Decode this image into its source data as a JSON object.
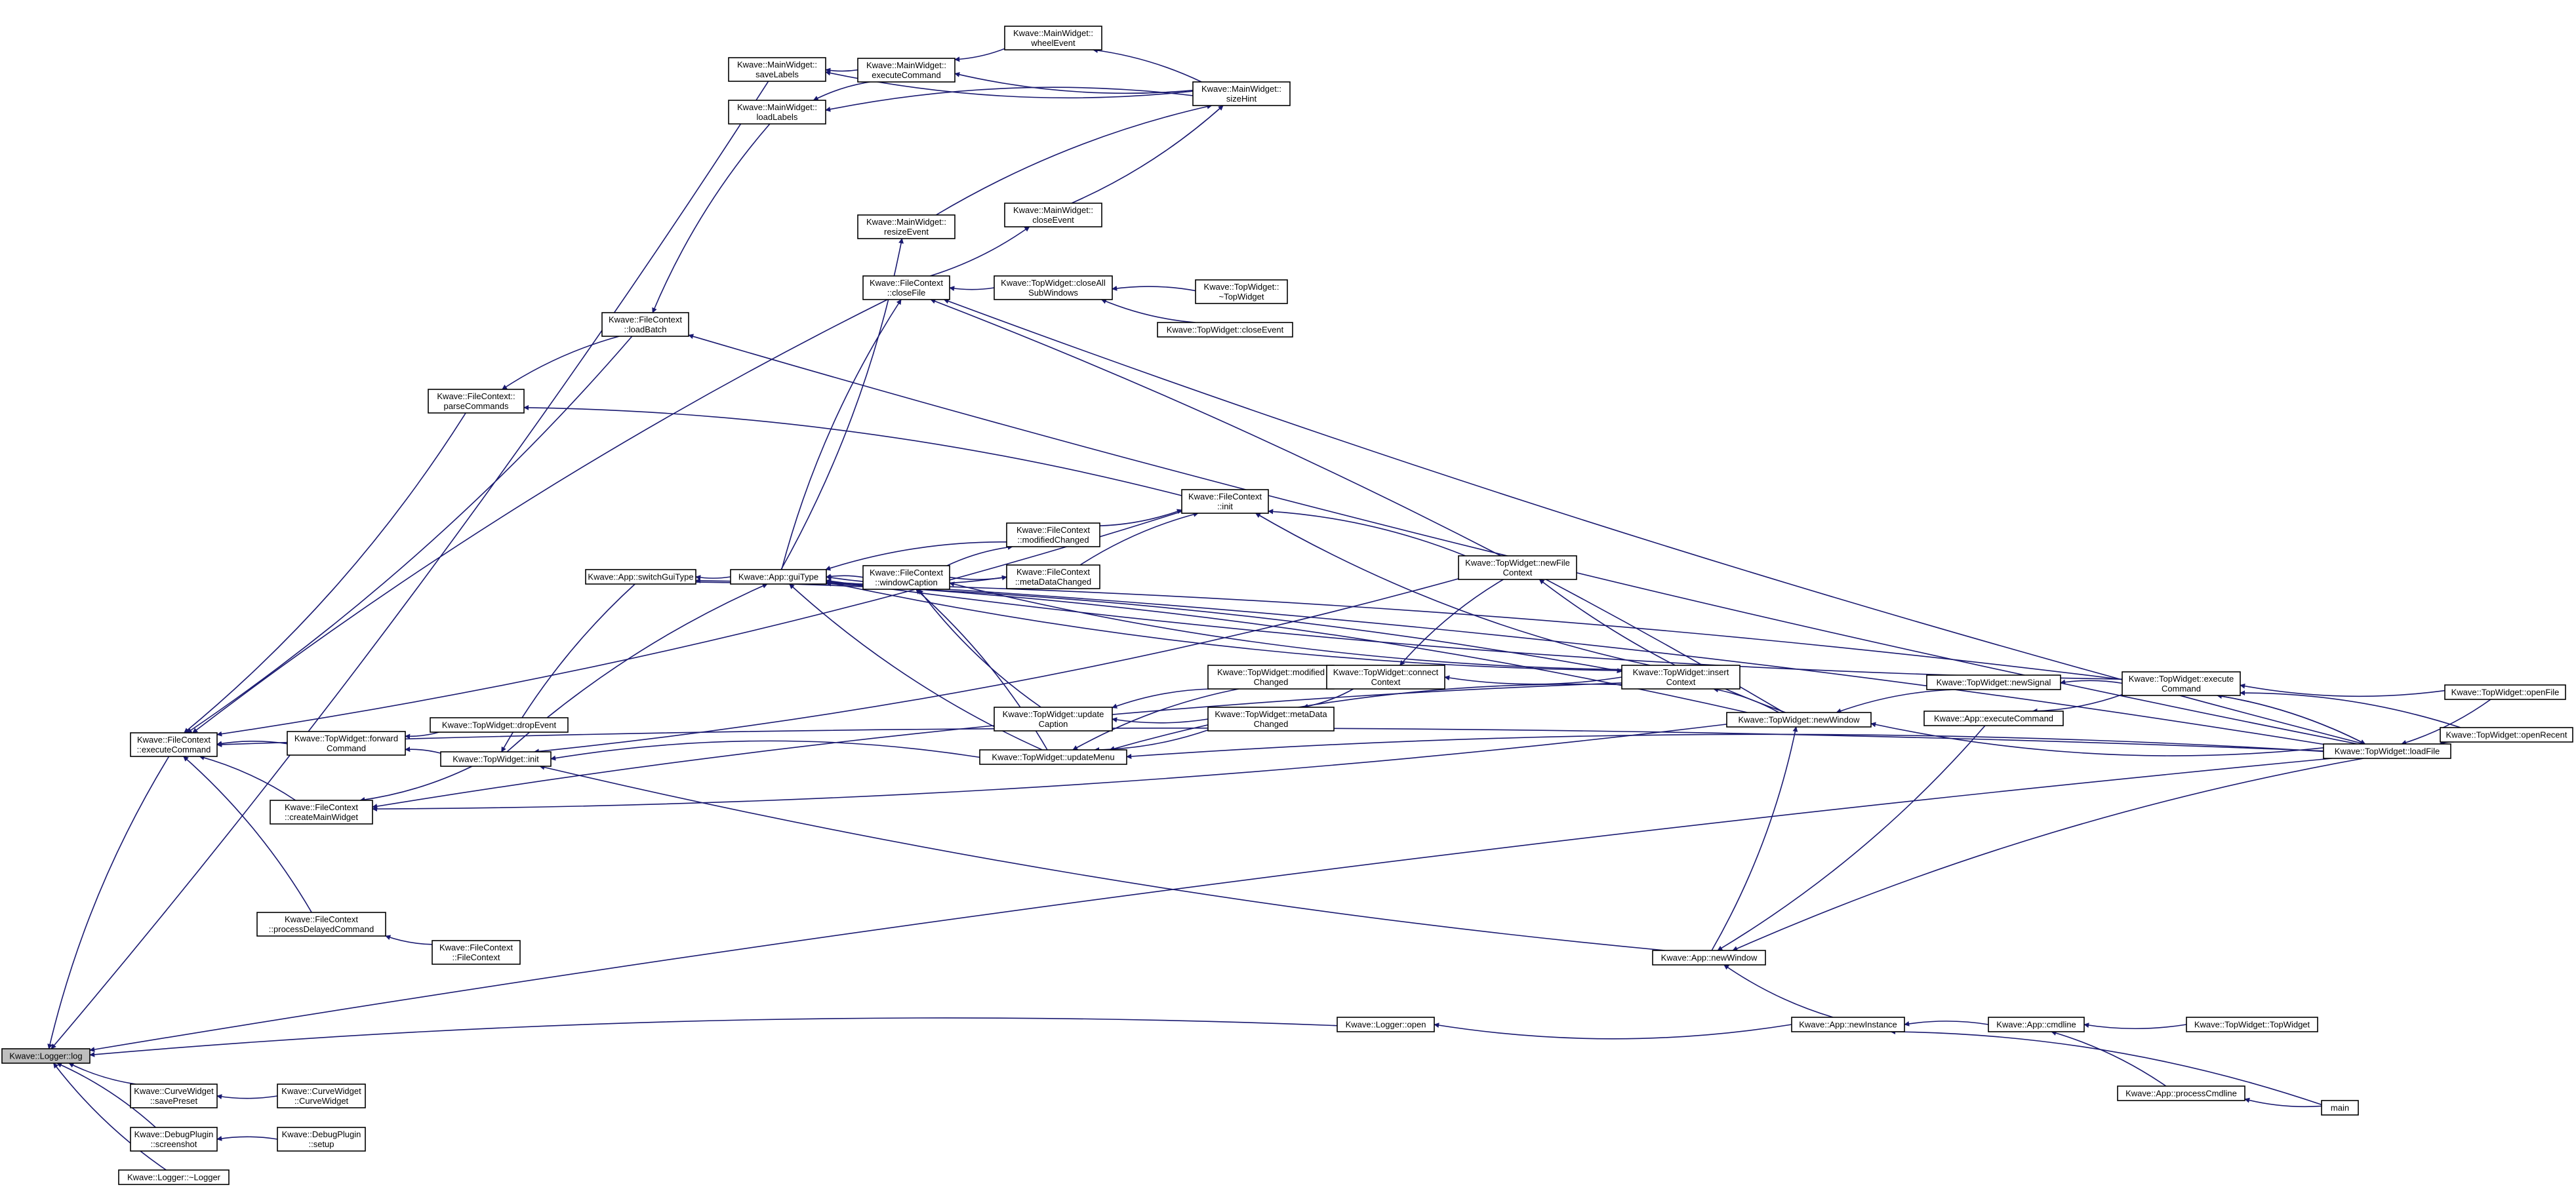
{
  "diagram": {
    "type": "call-graph",
    "edge_color": "#191970",
    "highlight_fill": "#bfbfbf",
    "nodes": [
      {
        "id": "logger_log",
        "lines": [
          "Kwave::Logger::log"
        ],
        "highlight": true
      },
      {
        "id": "fc_execcmd",
        "lines": [
          "Kwave::FileContext",
          "::executeCommand"
        ]
      },
      {
        "id": "cw_savepreset",
        "lines": [
          "Kwave::CurveWidget",
          "::savePreset"
        ]
      },
      {
        "id": "cw_curvewidget",
        "lines": [
          "Kwave::CurveWidget",
          "::CurveWidget"
        ]
      },
      {
        "id": "dp_screenshot",
        "lines": [
          "Kwave::DebugPlugin",
          "::screenshot"
        ]
      },
      {
        "id": "dp_setup",
        "lines": [
          "Kwave::DebugPlugin",
          "::setup"
        ]
      },
      {
        "id": "logger_dtor",
        "lines": [
          "Kwave::Logger::~Logger"
        ]
      },
      {
        "id": "logger_open",
        "lines": [
          "Kwave::Logger::open"
        ]
      },
      {
        "id": "app_newinstance",
        "lines": [
          "Kwave::App::newInstance"
        ]
      },
      {
        "id": "app_cmdline",
        "lines": [
          "Kwave::App::cmdline"
        ]
      },
      {
        "id": "tw_topwidget",
        "lines": [
          "Kwave::TopWidget::TopWidget"
        ]
      },
      {
        "id": "app_processcmdline",
        "lines": [
          "Kwave::App::processCmdline"
        ]
      },
      {
        "id": "main",
        "lines": [
          "main"
        ]
      },
      {
        "id": "mw_savelabels",
        "lines": [
          "Kwave::MainWidget::",
          "saveLabels"
        ]
      },
      {
        "id": "mw_loadlabels",
        "lines": [
          "Kwave::MainWidget::",
          "loadLabels"
        ]
      },
      {
        "id": "mw_execcmd",
        "lines": [
          "Kwave::MainWidget::",
          "executeCommand"
        ]
      },
      {
        "id": "mw_wheelevent",
        "lines": [
          "Kwave::MainWidget::",
          "wheelEvent"
        ]
      },
      {
        "id": "mw_sizehint",
        "lines": [
          "Kwave::MainWidget::",
          "sizeHint"
        ]
      },
      {
        "id": "mw_resizeevent",
        "lines": [
          "Kwave::MainWidget::",
          "resizeEvent"
        ]
      },
      {
        "id": "mw_closeevent",
        "lines": [
          "Kwave::MainWidget::",
          "closeEvent"
        ]
      },
      {
        "id": "fc_closefile",
        "lines": [
          "Kwave::FileContext",
          "::closeFile"
        ]
      },
      {
        "id": "tw_closeallsub",
        "lines": [
          "Kwave::TopWidget::closeAll",
          "SubWindows"
        ]
      },
      {
        "id": "tw_dtor",
        "lines": [
          "Kwave::TopWidget::",
          "~TopWidget"
        ]
      },
      {
        "id": "tw_closeevent",
        "lines": [
          "Kwave::TopWidget::closeEvent"
        ]
      },
      {
        "id": "fc_loadbatch",
        "lines": [
          "Kwave::FileContext",
          "::loadBatch"
        ]
      },
      {
        "id": "fc_parsecmds",
        "lines": [
          "Kwave::FileContext::",
          "parseCommands"
        ]
      },
      {
        "id": "fc_init",
        "lines": [
          "Kwave::FileContext",
          "::init"
        ]
      },
      {
        "id": "fc_modifiedchanged",
        "lines": [
          "Kwave::FileContext",
          "::modifiedChanged"
        ]
      },
      {
        "id": "fc_metadatachanged",
        "lines": [
          "Kwave::FileContext",
          "::metaDataChanged"
        ]
      },
      {
        "id": "fc_windowcaption",
        "lines": [
          "Kwave::FileContext",
          "::windowCaption"
        ]
      },
      {
        "id": "app_guitype",
        "lines": [
          "Kwave::App::guiType"
        ]
      },
      {
        "id": "app_switchguitype",
        "lines": [
          "Kwave::App::switchGuiType"
        ]
      },
      {
        "id": "tw_newfilecontext",
        "lines": [
          "Kwave::TopWidget::newFile",
          "Context"
        ]
      },
      {
        "id": "tw_modifiedchanged",
        "lines": [
          "Kwave::TopWidget::modified",
          "Changed"
        ]
      },
      {
        "id": "tw_connectcontext",
        "lines": [
          "Kwave::TopWidget::connect",
          "Context"
        ]
      },
      {
        "id": "tw_insertcontext",
        "lines": [
          "Kwave::TopWidget::insert",
          "Context"
        ]
      },
      {
        "id": "tw_updatecaption",
        "lines": [
          "Kwave::TopWidget::update",
          "Caption"
        ]
      },
      {
        "id": "tw_metadatachanged",
        "lines": [
          "Kwave::TopWidget::metaData",
          "Changed"
        ]
      },
      {
        "id": "tw_updatemenu",
        "lines": [
          "Kwave::TopWidget::updateMenu"
        ]
      },
      {
        "id": "tw_forwardcmd",
        "lines": [
          "Kwave::TopWidget::forward",
          "Command"
        ]
      },
      {
        "id": "tw_dropevent",
        "lines": [
          "Kwave::TopWidget::dropEvent"
        ]
      },
      {
        "id": "tw_init",
        "lines": [
          "Kwave::TopWidget::init"
        ]
      },
      {
        "id": "fc_createmainwidget",
        "lines": [
          "Kwave::FileContext",
          "::createMainWidget"
        ]
      },
      {
        "id": "fc_processdelayed",
        "lines": [
          "Kwave::FileContext",
          "::processDelayedCommand"
        ]
      },
      {
        "id": "fc_filecontext",
        "lines": [
          "Kwave::FileContext",
          "::FileContext"
        ]
      },
      {
        "id": "tw_newwindow",
        "lines": [
          "Kwave::TopWidget::newWindow"
        ]
      },
      {
        "id": "app_newwindow",
        "lines": [
          "Kwave::App::newWindow"
        ]
      },
      {
        "id": "tw_newsignal",
        "lines": [
          "Kwave::TopWidget::newSignal"
        ]
      },
      {
        "id": "app_executecommand",
        "lines": [
          "Kwave::App::executeCommand"
        ]
      },
      {
        "id": "tw_executecommand",
        "lines": [
          "Kwave::TopWidget::execute",
          "Command"
        ]
      },
      {
        "id": "tw_loadfile",
        "lines": [
          "Kwave::TopWidget::loadFile"
        ]
      },
      {
        "id": "tw_openfile",
        "lines": [
          "Kwave::TopWidget::openFile"
        ]
      },
      {
        "id": "tw_openrecent",
        "lines": [
          "Kwave::TopWidget::openRecent"
        ]
      }
    ],
    "edges": [
      [
        "fc_execcmd",
        "logger_log"
      ],
      [
        "cw_savepreset",
        "logger_log"
      ],
      [
        "dp_screenshot",
        "logger_log"
      ],
      [
        "logger_dtor",
        "logger_log"
      ],
      [
        "logger_open",
        "logger_log"
      ],
      [
        "mw_savelabels",
        "logger_log"
      ],
      [
        "tw_loadfile",
        "logger_log"
      ],
      [
        "cw_curvewidget",
        "cw_savepreset"
      ],
      [
        "dp_setup",
        "dp_screenshot"
      ],
      [
        "app_newinstance",
        "logger_open"
      ],
      [
        "app_cmdline",
        "app_newinstance"
      ],
      [
        "tw_topwidget",
        "app_cmdline"
      ],
      [
        "app_processcmdline",
        "app_cmdline"
      ],
      [
        "main",
        "app_processcmdline"
      ],
      [
        "main",
        "app_newinstance"
      ],
      [
        "mw_execcmd",
        "mw_savelabels"
      ],
      [
        "mw_execcmd",
        "mw_loadlabels"
      ],
      [
        "mw_wheelevent",
        "mw_execcmd"
      ],
      [
        "mw_sizehint",
        "mw_wheelevent"
      ],
      [
        "mw_sizehint",
        "mw_execcmd"
      ],
      [
        "mw_sizehint",
        "mw_loadlabels"
      ],
      [
        "mw_sizehint",
        "mw_savelabels"
      ],
      [
        "mw_closeevent",
        "mw_sizehint"
      ],
      [
        "mw_resizeevent",
        "mw_sizehint"
      ],
      [
        "mw_loadlabels",
        "fc_loadbatch"
      ],
      [
        "fc_loadbatch",
        "fc_execcmd"
      ],
      [
        "fc_loadbatch",
        "fc_parsecmds"
      ],
      [
        "tw_loadfile",
        "fc_loadbatch"
      ],
      [
        "fc_closefile",
        "mw_closeevent"
      ],
      [
        "tw_closeallsub",
        "fc_closefile"
      ],
      [
        "tw_dtor",
        "tw_closeallsub"
      ],
      [
        "tw_closeevent",
        "tw_closeallsub"
      ],
      [
        "fc_closefile",
        "fc_execcmd"
      ],
      [
        "tw_loadfile",
        "fc_closefile"
      ],
      [
        "tw_newwindow",
        "fc_closefile"
      ],
      [
        "fc_parsecmds",
        "fc_execcmd"
      ],
      [
        "fc_init",
        "fc_parsecmds"
      ],
      [
        "fc_init",
        "fc_execcmd"
      ],
      [
        "tw_newfilecontext",
        "fc_init"
      ],
      [
        "tw_insertcontext",
        "fc_init"
      ],
      [
        "fc_modifiedchanged",
        "fc_init"
      ],
      [
        "fc_metadatachanged",
        "fc_init"
      ],
      [
        "app_guitype",
        "mw_resizeevent"
      ],
      [
        "app_guitype",
        "fc_closefile"
      ],
      [
        "fc_modifiedchanged",
        "app_guitype"
      ],
      [
        "fc_metadatachanged",
        "app_guitype"
      ],
      [
        "fc_windowcaption",
        "app_guitype"
      ],
      [
        "fc_windowcaption",
        "fc_modifiedchanged"
      ],
      [
        "fc_windowcaption",
        "fc_metadatachanged"
      ],
      [
        "app_guitype",
        "app_switchguitype"
      ],
      [
        "app_switchguitype",
        "tw_init"
      ],
      [
        "app_switchguitype",
        "tw_insertcontext"
      ],
      [
        "tw_executecommand",
        "app_switchguitype"
      ],
      [
        "tw_executecommand",
        "app_guitype"
      ],
      [
        "tw_loadfile",
        "app_guitype"
      ],
      [
        "tw_updatecaption",
        "fc_windowcaption"
      ],
      [
        "tw_updatemenu",
        "fc_windowcaption"
      ],
      [
        "tw_insertcontext",
        "fc_windowcaption"
      ],
      [
        "tw_modifiedchanged",
        "tw_updatecaption"
      ],
      [
        "tw_metadatachanged",
        "tw_updatecaption"
      ],
      [
        "tw_modifiedchanged",
        "tw_updatemenu"
      ],
      [
        "tw_metadatachanged",
        "tw_updatemenu"
      ],
      [
        "tw_connectcontext",
        "tw_modifiedchanged"
      ],
      [
        "tw_connectcontext",
        "tw_metadatachanged"
      ],
      [
        "tw_newfilecontext",
        "tw_connectcontext"
      ],
      [
        "tw_insertcontext",
        "tw_connectcontext"
      ],
      [
        "tw_insertcontext",
        "tw_updatemenu"
      ],
      [
        "tw_newwindow",
        "tw_newfilecontext"
      ],
      [
        "tw_newwindow",
        "tw_insertcontext"
      ],
      [
        "tw_newfilecontext",
        "tw_init"
      ],
      [
        "tw_forwardcmd",
        "fc_execcmd"
      ],
      [
        "tw_dropevent",
        "tw_forwardcmd"
      ],
      [
        "tw_init",
        "tw_forwardcmd"
      ],
      [
        "tw_init",
        "app_guitype"
      ],
      [
        "tw_updatemenu",
        "tw_init"
      ],
      [
        "tw_updatemenu",
        "app_guitype"
      ],
      [
        "tw_newwindow",
        "app_guitype"
      ],
      [
        "tw_insertcontext",
        "app_guitype"
      ],
      [
        "fc_createmainwidget",
        "fc_execcmd"
      ],
      [
        "tw_init",
        "fc_createmainwidget"
      ],
      [
        "tw_insertcontext",
        "fc_createmainwidget"
      ],
      [
        "tw_newwindow",
        "fc_createmainwidget"
      ],
      [
        "fc_processdelayed",
        "fc_execcmd"
      ],
      [
        "fc_filecontext",
        "fc_processdelayed"
      ],
      [
        "tw_loadfile",
        "fc_execcmd"
      ],
      [
        "app_newwindow",
        "tw_init"
      ],
      [
        "app_newwindow",
        "tw_newwindow"
      ],
      [
        "app_newinstance",
        "app_newwindow"
      ],
      [
        "tw_loadfile",
        "app_newwindow"
      ],
      [
        "app_executecommand",
        "app_newwindow"
      ],
      [
        "tw_newsignal",
        "tw_newwindow"
      ],
      [
        "tw_loadfile",
        "tw_newwindow"
      ],
      [
        "tw_executecommand",
        "tw_newsignal"
      ],
      [
        "tw_executecommand",
        "app_executecommand"
      ],
      [
        "tw_loadfile",
        "tw_executecommand"
      ],
      [
        "tw_openfile",
        "tw_executecommand"
      ],
      [
        "tw_openrecent",
        "tw_executecommand"
      ],
      [
        "tw_openfile",
        "tw_loadfile"
      ],
      [
        "tw_openrecent",
        "tw_loadfile"
      ],
      [
        "tw_executecommand",
        "tw_loadfile"
      ],
      [
        "tw_loadfile",
        "tw_updatemenu"
      ]
    ]
  }
}
